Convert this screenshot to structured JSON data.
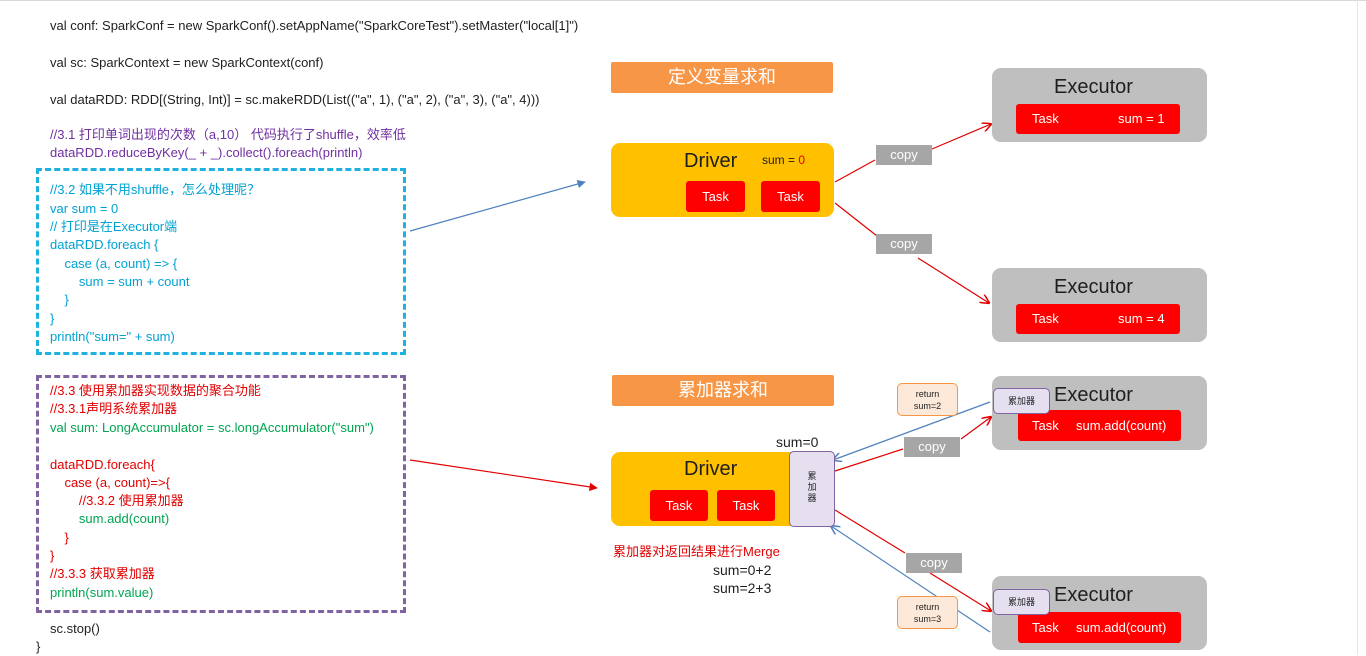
{
  "code": {
    "line_conf": "val conf: SparkConf = new SparkConf().setAppName(\"SparkCoreTest\").setMaster(\"local[1]\")",
    "line_sc": "val sc: SparkContext = new SparkContext(conf)",
    "line_rdd": "val dataRDD: RDD[(String, Int)] = sc.makeRDD(List((\"a\", 1), (\"a\", 2), (\"a\", 3), (\"a\", 4)))",
    "comment_31": "//3.1 打印单词出现的次数（a,10） 代码执行了shuffle，效率低",
    "line_reduce": "dataRDD.reduceByKey(_ + _).collect().foreach(println)",
    "block32": [
      "//3.2 如果不用shuffle，怎么处理呢？",
      "var sum = 0",
      "// 打印是在Executor端",
      "dataRDD.foreach {",
      "    case (a, count) => {",
      "        sum = sum + count",
      "    }",
      "}",
      "println(\"sum=\" + sum)"
    ],
    "block33": {
      "c1": "//3.3 使用累加器实现数据的聚合功能",
      "c2": "//3.3.1声明系统累加器",
      "decl": "val sum: LongAccumulator = sc.longAccumulator(\"sum\")",
      "f1": "dataRDD.foreach{",
      "f2": "    case (a, count)=>{",
      "f3": "        //3.3.2 使用累加器",
      "f4": "        sum.add(count)",
      "f5": "    }",
      "f6": "}",
      "c3": "//3.3.3 获取累加器",
      "print": "println(sum.value)"
    },
    "stop": "sc.stop()",
    "close": "}"
  },
  "diagram1": {
    "banner": "定义变量求和",
    "driver_label": "Driver",
    "driver_sum_prefix": "sum = ",
    "driver_sum_value": "0",
    "driver_tasks": [
      "Task",
      "Task"
    ],
    "copy_labels": [
      "copy",
      "copy"
    ],
    "executor_label": "Executor",
    "executor1": {
      "task": "Task",
      "sum": "sum = 1"
    },
    "executor2": {
      "task": "Task",
      "sum": "sum = 4"
    }
  },
  "diagram2": {
    "banner": "累加器求和",
    "driver_label": "Driver",
    "driver_sum": "sum=0",
    "driver_tasks": [
      "Task",
      "Task"
    ],
    "accumulator_label": "累加器",
    "accumulator_vertical": [
      "累",
      "加",
      "器"
    ],
    "copy_labels": [
      "copy",
      "copy"
    ],
    "return1": [
      "return",
      "sum=2"
    ],
    "return2": [
      "return",
      "sum=3"
    ],
    "executor_label": "Executor",
    "executor_task": "Task",
    "executor_action": "sum.add(count)",
    "merge_note": "累加器对返回结果进行Merge",
    "merge_lines": [
      "sum=0+2",
      "sum=2+3"
    ]
  },
  "colors": {
    "banner": "#f79646",
    "driver": "#ffc000",
    "executor": "#bfbfbf",
    "task": "#ff0000",
    "copy": "#a6a6a6",
    "blue_dash": "#1fb1e0",
    "purple_dash": "#8064a2",
    "arrow_red": "#e00000",
    "arrow_blue": "#4f81bd"
  }
}
